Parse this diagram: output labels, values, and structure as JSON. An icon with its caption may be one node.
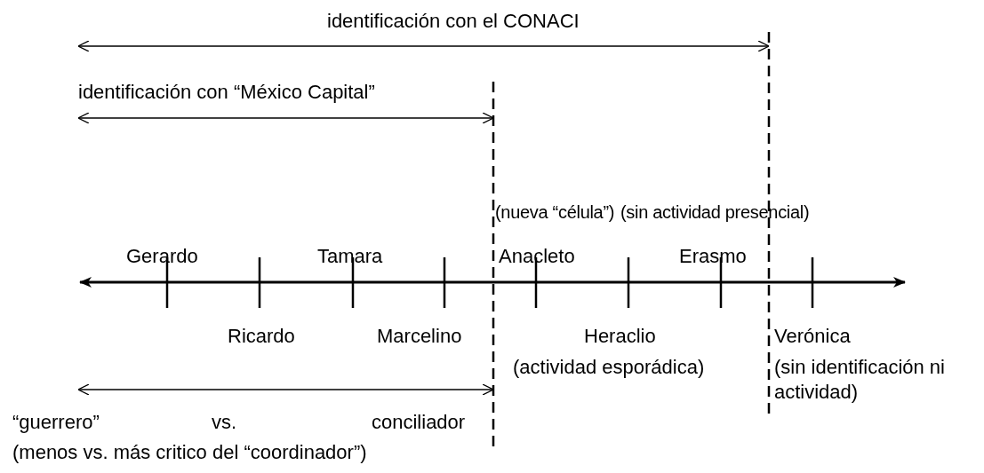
{
  "diagram": {
    "labels": [
      "identificación con el CONACI",
      "identificación con “México Capital”",
      "(nueva “célula”)",
      "(sin actividad presencial)",
      "Gerardo",
      "Tamara",
      "Anacleto",
      "Erasmo",
      "Ricardo",
      "Marcelino",
      "Heraclio",
      "Verónica",
      "(actividad esporádica)",
      "(sin identificación ni actividad)",
      "“guerrero”",
      "vs.",
      "conciliador",
      "(menos vs. más critico del “coordinador”)"
    ]
  }
}
